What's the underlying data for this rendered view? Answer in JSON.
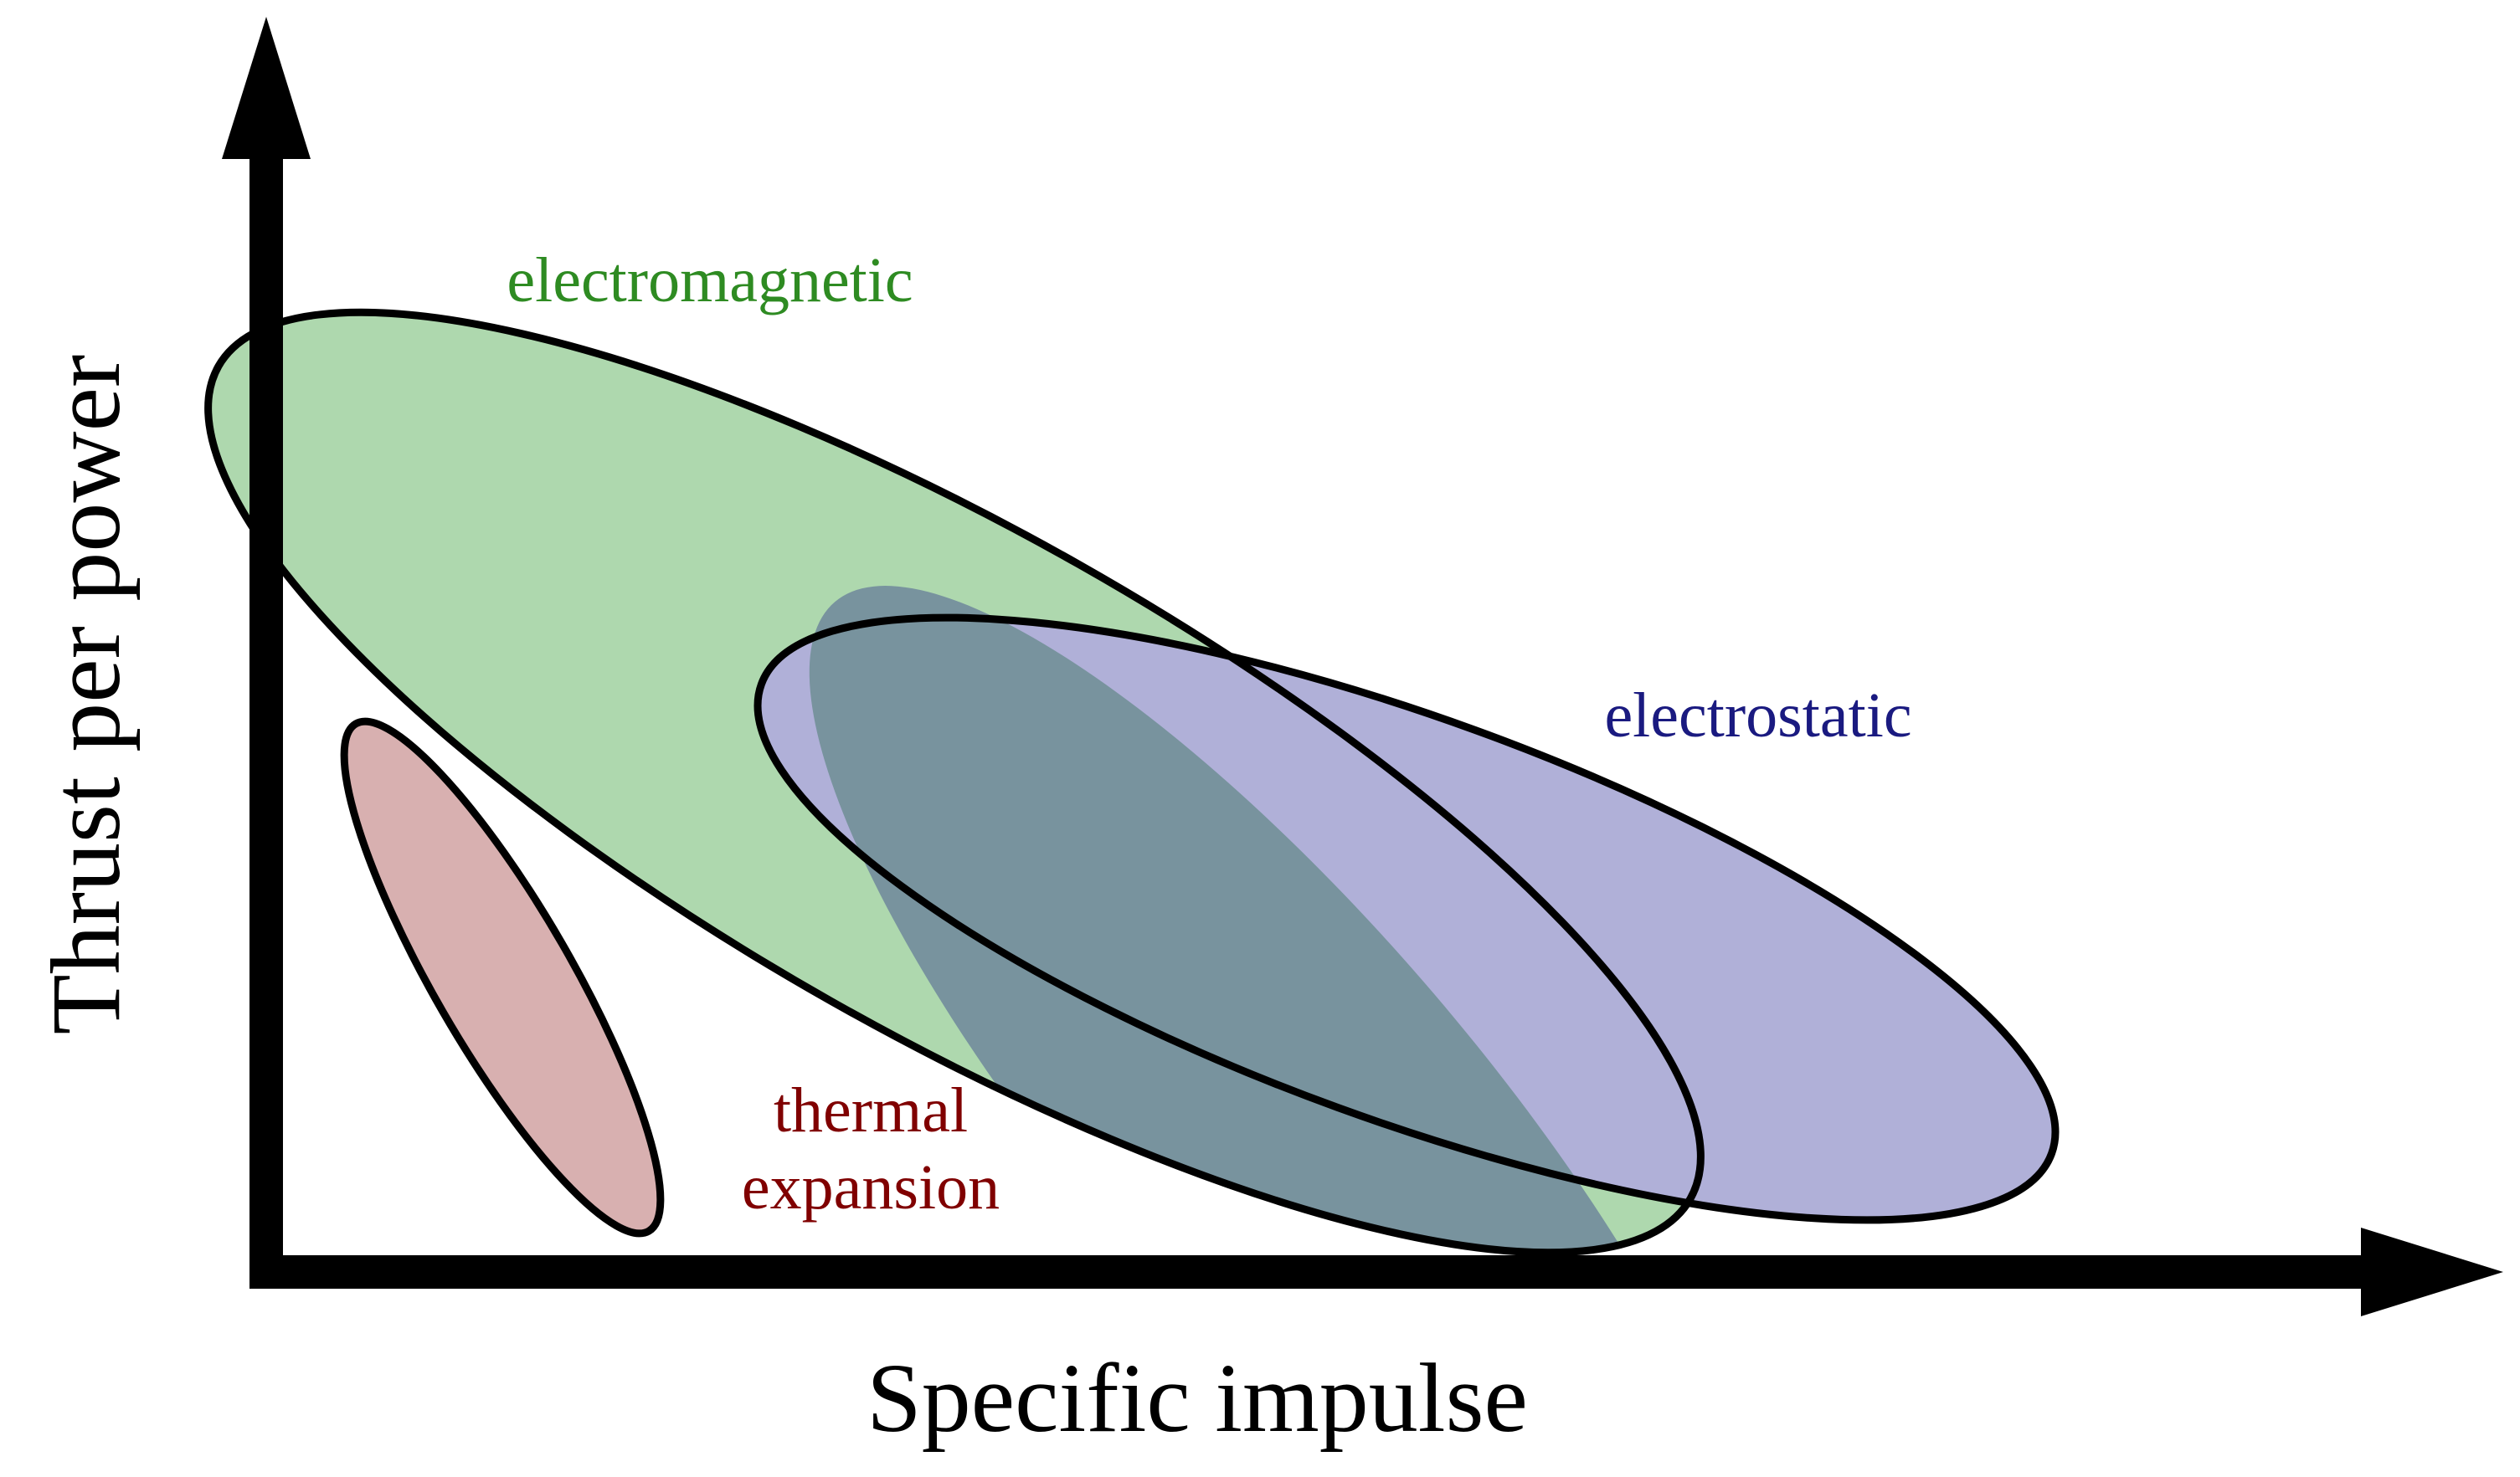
{
  "axes": {
    "x_label": "Specific impulse",
    "y_label": "Thrust per power",
    "axis_color": "#000000"
  },
  "regions": {
    "electromagnetic": {
      "label": "electromagnetic",
      "fill": "#aed8ae",
      "label_color": "#2e8b22"
    },
    "electrostatic": {
      "label": "electrostatic",
      "fill": "#b0b0d8",
      "label_color": "#1a1a80"
    },
    "overlap": {
      "fill": "#78939e"
    },
    "thermal": {
      "label_line1": "thermal",
      "label_line2": "expansion",
      "fill": "#d8b0b0",
      "label_color": "#800000"
    }
  }
}
